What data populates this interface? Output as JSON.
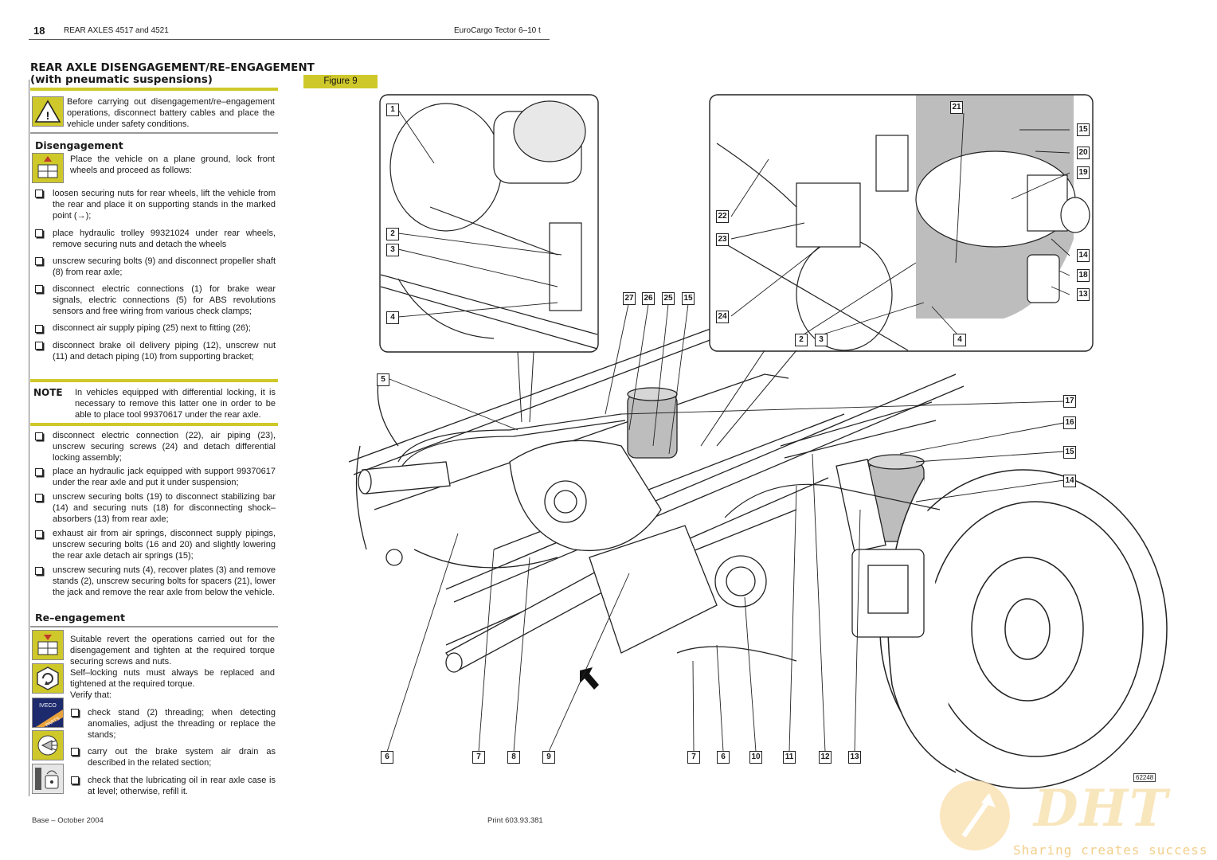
{
  "header": {
    "page_number": "18",
    "section": "REAR AXLES 4517 and 4521",
    "manual": "EuroCargo Tector 6–10 t"
  },
  "title": {
    "line1": "REAR AXLE DISENGAGEMENT/RE–ENGAGEMENT",
    "line2": "(with pneumatic suspensions)"
  },
  "figure_label": "Figure 9",
  "warning": {
    "icon": "warning-triangle-icon",
    "text": "Before carrying out disengagement/re–engagement operations, disconnect battery cables and place the vehicle under safety conditions."
  },
  "disengagement": {
    "heading": "Disengagement",
    "icon": "lift-vehicle-icon",
    "intro": "Place the vehicle on a plane ground, lock front wheels and proceed as follows:",
    "steps": [
      "loosen securing nuts for rear wheels, lift the vehicle from the rear and place it on supporting stands in the marked point (→);",
      "place hydraulic trolley 99321024 under rear wheels, remove securing nuts and detach the wheels",
      "unscrew securing bolts (9) and disconnect propeller shaft (8) from rear axle;",
      "disconnect electric connections (1) for brake wear signals, electric connections (5) for ABS revolutions sensors and free wiring from various check clamps;",
      "disconnect air supply piping (25) next to fitting (26);",
      "disconnect brake oil delivery piping (12), unscrew nut (11) and detach piping (10) from supporting bracket;"
    ]
  },
  "note": {
    "label": "NOTE",
    "text": "In vehicles equipped with differential locking, it is necessary to remove this latter one in order to be able to place tool 99370617 under the rear axle."
  },
  "disengagement_cont": {
    "steps": [
      "disconnect electric connection (22), air piping (23), unscrew securing screws (24) and detach differential locking assembly;",
      "place an hydraulic jack equipped with support 99370617 under the rear axle and put it under suspension;",
      "unscrew securing bolts (19) to disconnect stabilizing bar (14) and securing nuts (18) for disconnecting shock–absorbers (13) from rear axle;",
      "exhaust air from air springs, disconnect supply pipings, unscrew securing bolts (16 and 20) and slightly lowering the rear axle detach air springs (15);",
      "unscrew securing nuts (4), recover plates (3) and remove stands (2), unscrew securing bolts for spacers (21), lower the jack and remove the rear axle from below the vehicle."
    ]
  },
  "reengagement": {
    "heading": "Re–engagement",
    "icons": [
      "lower-vehicle-icon",
      "torque-nut-icon",
      "iveco-parts-icon",
      "air-drain-icon",
      "oil-level-icon"
    ],
    "p1": "Suitable revert the operations carried out for the disengagement and tighten at the required torque securing screws and nuts.",
    "p2": "Self–locking nuts must always be replaced and tightened at the required torque.",
    "p3": "Verify that:",
    "iveco_badge_top": "IVECO",
    "iveco_badge_bottom": "PARTS",
    "checks": [
      "check stand (2) threading; when detecting anomalies, adjust the threading or replace the stands;",
      "carry out the brake system air drain as described in the related section;",
      "check that the lubricating oil in rear axle case is at level; otherwise, refill it."
    ]
  },
  "figure": {
    "callouts_top_left": [
      "1",
      "2",
      "3",
      "4"
    ],
    "callouts_top_right": [
      "21",
      "15",
      "20",
      "19",
      "14",
      "18",
      "13",
      "22",
      "23",
      "24",
      "2",
      "3",
      "4"
    ],
    "callouts_mid": [
      "27",
      "26",
      "25",
      "15",
      "5",
      "17",
      "16",
      "15",
      "14"
    ],
    "callouts_bottom": [
      "6",
      "7",
      "8",
      "9",
      "7",
      "6",
      "10",
      "11",
      "12",
      "13"
    ],
    "figure_code": "62248"
  },
  "footer": {
    "left": "Base – October 2004",
    "center": "Print 603.93.381"
  },
  "watermark": {
    "logo": "DHT",
    "tagline": "Sharing creates success"
  },
  "colors": {
    "accent_yellow": "#cfc82a",
    "shading_gray": "#bdbdbd"
  }
}
